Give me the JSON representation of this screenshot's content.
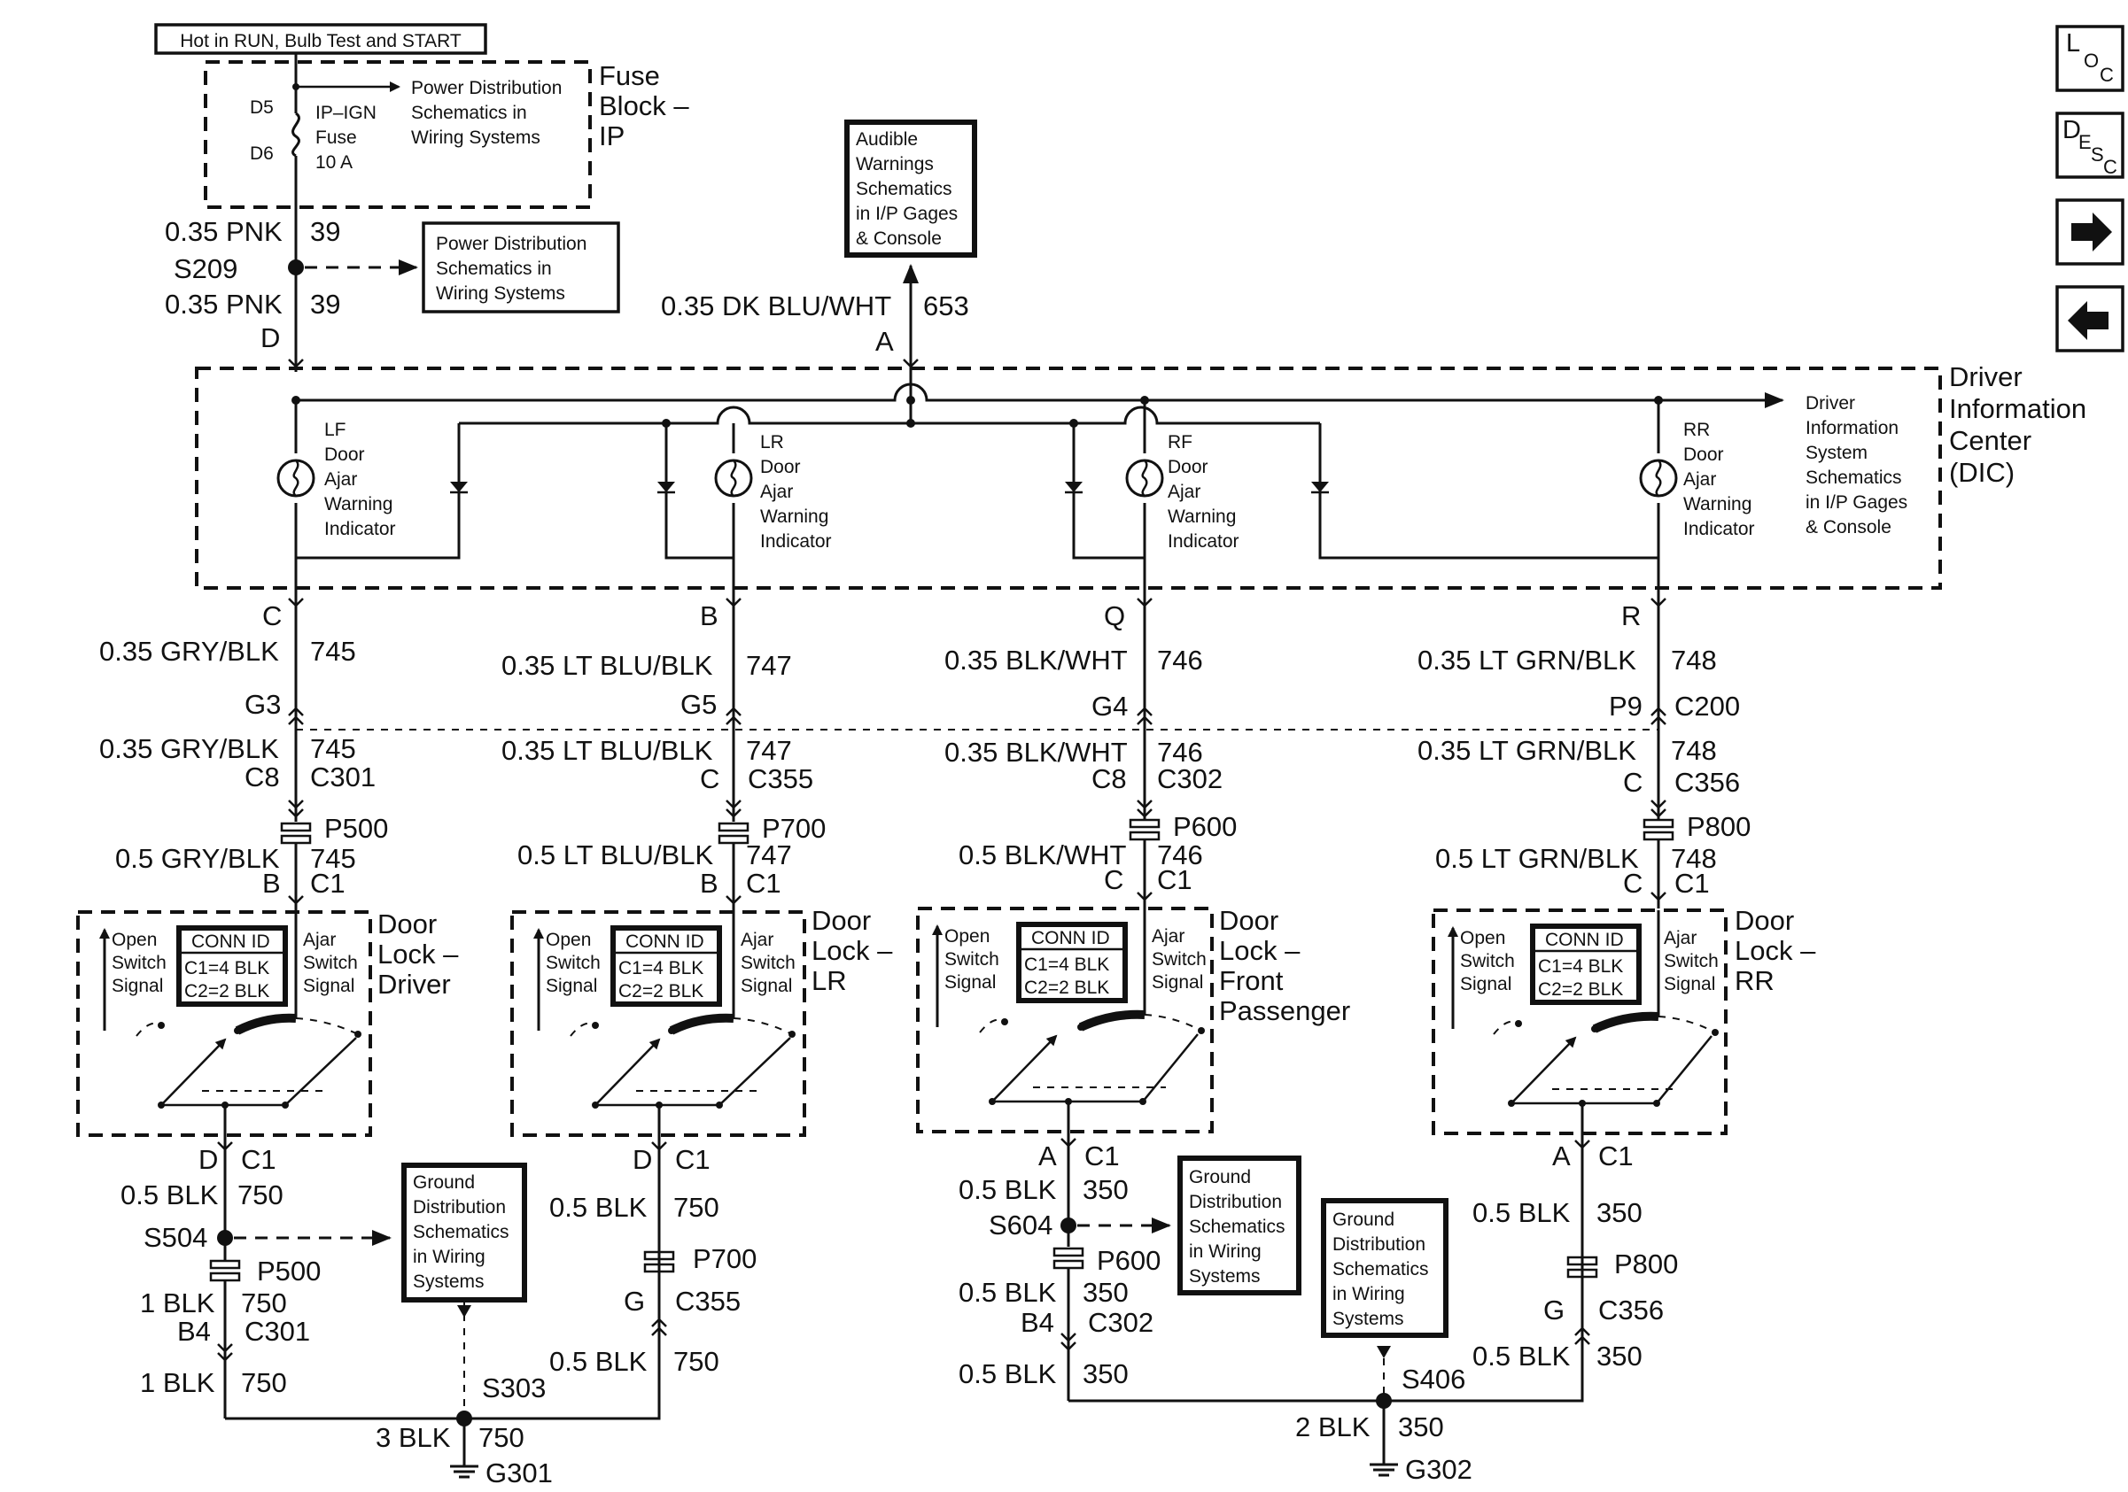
{
  "header_box": "Hot in RUN, Bulb Test and START",
  "fuse_block": {
    "title_lines": [
      "Fuse",
      "Block –",
      "IP"
    ],
    "pin_top": "D5",
    "pin_bottom": "D6",
    "fuse_lines": [
      "IP–IGN",
      "Fuse",
      "10 A"
    ],
    "pd_ref_lines": [
      "Power Distribution",
      "Schematics in",
      "Wiring Systems"
    ]
  },
  "feed_wires": {
    "upper_label": "0.35 PNK",
    "upper_circuit": "39",
    "splice": "S209",
    "lower_label": "0.35 PNK",
    "lower_circuit": "39",
    "pin": "D",
    "pd_box_lines": [
      "Power Distribution",
      "Schematics in",
      "Wiring Systems"
    ]
  },
  "audible": {
    "box_lines": [
      "Audible",
      "Warnings",
      "Schematics",
      "in I/P Gages",
      "& Console"
    ],
    "wire_label": "0.35 DK BLU/WHT",
    "circuit": "653",
    "pin": "A"
  },
  "dic": {
    "title_lines": [
      "Driver",
      "Information",
      "Center",
      "(DIC)"
    ],
    "ref_lines": [
      "Driver",
      "Information",
      "System",
      "Schematics",
      "in I/P Gages",
      "& Console"
    ]
  },
  "indicators": [
    {
      "lines": [
        "LF",
        "Door",
        "Ajar",
        "Warning",
        "Indicator"
      ]
    },
    {
      "lines": [
        "LR",
        "Door",
        "Ajar",
        "Warning",
        "Indicator"
      ]
    },
    {
      "lines": [
        "RF",
        "Door",
        "Ajar",
        "Warning",
        "Indicator"
      ]
    },
    {
      "lines": [
        "RR",
        "Door",
        "Ajar",
        "Warning",
        "Indicator"
      ]
    }
  ],
  "branches": [
    {
      "dic_pin": "C",
      "w1": "0.35 GRY/BLK",
      "c1": "745",
      "g_pin": "G3",
      "g_conn": "",
      "w2": "0.35 GRY/BLK",
      "c2": "745",
      "pin2": "C8",
      "conn2": "C301",
      "pcon": "P500",
      "w3": "0.5 GRY/BLK",
      "c3": "745",
      "pin3": "B",
      "conn3": "C1"
    },
    {
      "dic_pin": "B",
      "w1": "0.35 LT BLU/BLK",
      "c1": "747",
      "g_pin": "G5",
      "g_conn": "",
      "w2": "0.35 LT BLU/BLK",
      "c2": "747",
      "pin2": "C",
      "conn2": "C355",
      "pcon": "P700",
      "w3": "0.5 LT BLU/BLK",
      "c3": "747",
      "pin3": "B",
      "conn3": "C1"
    },
    {
      "dic_pin": "Q",
      "w1": "0.35 BLK/WHT",
      "c1": "746",
      "g_pin": "G4",
      "g_conn": "",
      "w2": "0.35 BLK/WHT",
      "c2": "746",
      "pin2": "C8",
      "conn2": "C302",
      "pcon": "P600",
      "w3": "0.5 BLK/WHT",
      "c3": "746",
      "pin3": "C",
      "conn3": "C1"
    },
    {
      "dic_pin": "R",
      "w1": "0.35 LT GRN/BLK",
      "c1": "748",
      "g_pin": "P9",
      "g_conn": "C200",
      "w2": "0.35 LT GRN/BLK",
      "c2": "748",
      "pin2": "C",
      "conn2": "C356",
      "pcon": "P800",
      "w3": "0.5 LT GRN/BLK",
      "c3": "748",
      "pin3": "C",
      "conn3": "C1"
    }
  ],
  "switches": [
    {
      "title_lines": [
        "Door",
        "Lock –",
        "Driver"
      ],
      "open": [
        "Open",
        "Switch",
        "Signal"
      ],
      "ajar": [
        "Ajar",
        "Switch",
        "Signal"
      ],
      "conn": [
        "CONN ID",
        "C1=4 BLK",
        "C2=2 BLK"
      ]
    },
    {
      "title_lines": [
        "Door",
        "Lock –",
        "LR"
      ],
      "open": [
        "Open",
        "Switch",
        "Signal"
      ],
      "ajar": [
        "Ajar",
        "Switch",
        "Signal"
      ],
      "conn": [
        "CONN ID",
        "C1=4 BLK",
        "C2=2 BLK"
      ]
    },
    {
      "title_lines": [
        "Door",
        "Lock –",
        "Front",
        "Passenger"
      ],
      "open": [
        "Open",
        "Switch",
        "Signal"
      ],
      "ajar": [
        "Ajar",
        "Switch",
        "Signal"
      ],
      "conn": [
        "CONN ID",
        "C1=4 BLK",
        "C2=2 BLK"
      ]
    },
    {
      "title_lines": [
        "Door",
        "Lock –",
        "RR"
      ],
      "open": [
        "Open",
        "Switch",
        "Signal"
      ],
      "ajar": [
        "Ajar",
        "Switch",
        "Signal"
      ],
      "conn": [
        "CONN ID",
        "C1=4 BLK",
        "C2=2 BLK"
      ]
    }
  ],
  "grounds_left": {
    "driver": {
      "pin": "D",
      "conn": "C1",
      "w1": "0.5 BLK",
      "c1": "750",
      "splice": "S504",
      "pcon": "P500",
      "w2": "1 BLK",
      "c2": "750",
      "pin2": "B4",
      "conn2": "C301",
      "w3": "1 BLK",
      "c3": "750"
    },
    "lr": {
      "pin": "D",
      "conn": "C1",
      "w1": "0.5 BLK",
      "c1": "750",
      "pcon": "P700",
      "pin2": "G",
      "conn2": "C355",
      "w2": "0.5 BLK",
      "c2": "750"
    },
    "ground_box_lines": [
      "Ground",
      "Distribution",
      "Schematics",
      "in Wiring",
      "Systems"
    ],
    "splice": "S303",
    "main_wire": "3 BLK",
    "main_circuit": "750",
    "ground": "G301"
  },
  "grounds_right": {
    "rf": {
      "pin": "A",
      "conn": "C1",
      "w1": "0.5 BLK",
      "c1": "350",
      "splice": "S604",
      "pcon": "P600",
      "w2": "0.5 BLK",
      "c2": "350",
      "pin2": "B4",
      "conn2": "C302",
      "w3": "0.5 BLK",
      "c3": "350"
    },
    "rr": {
      "pin": "A",
      "conn": "C1",
      "w1": "0.5 BLK",
      "c1": "350",
      "pcon": "P800",
      "pin2": "G",
      "conn2": "C356",
      "w2": "0.5 BLK",
      "c2": "350"
    },
    "ground_box1_lines": [
      "Ground",
      "Distribution",
      "Schematics",
      "in Wiring",
      "Systems"
    ],
    "ground_box2_lines": [
      "Ground",
      "Distribution",
      "Schematics",
      "in Wiring",
      "Systems"
    ],
    "splice": "S406",
    "main_wire": "2 BLK",
    "main_circuit": "350",
    "ground": "G302"
  },
  "nav": {
    "loc": [
      "L",
      "O",
      "C"
    ],
    "desc": [
      "D",
      "E",
      "S",
      "C"
    ],
    "next_icon": "right-arrow-icon",
    "prev_icon": "left-arrow-icon"
  }
}
